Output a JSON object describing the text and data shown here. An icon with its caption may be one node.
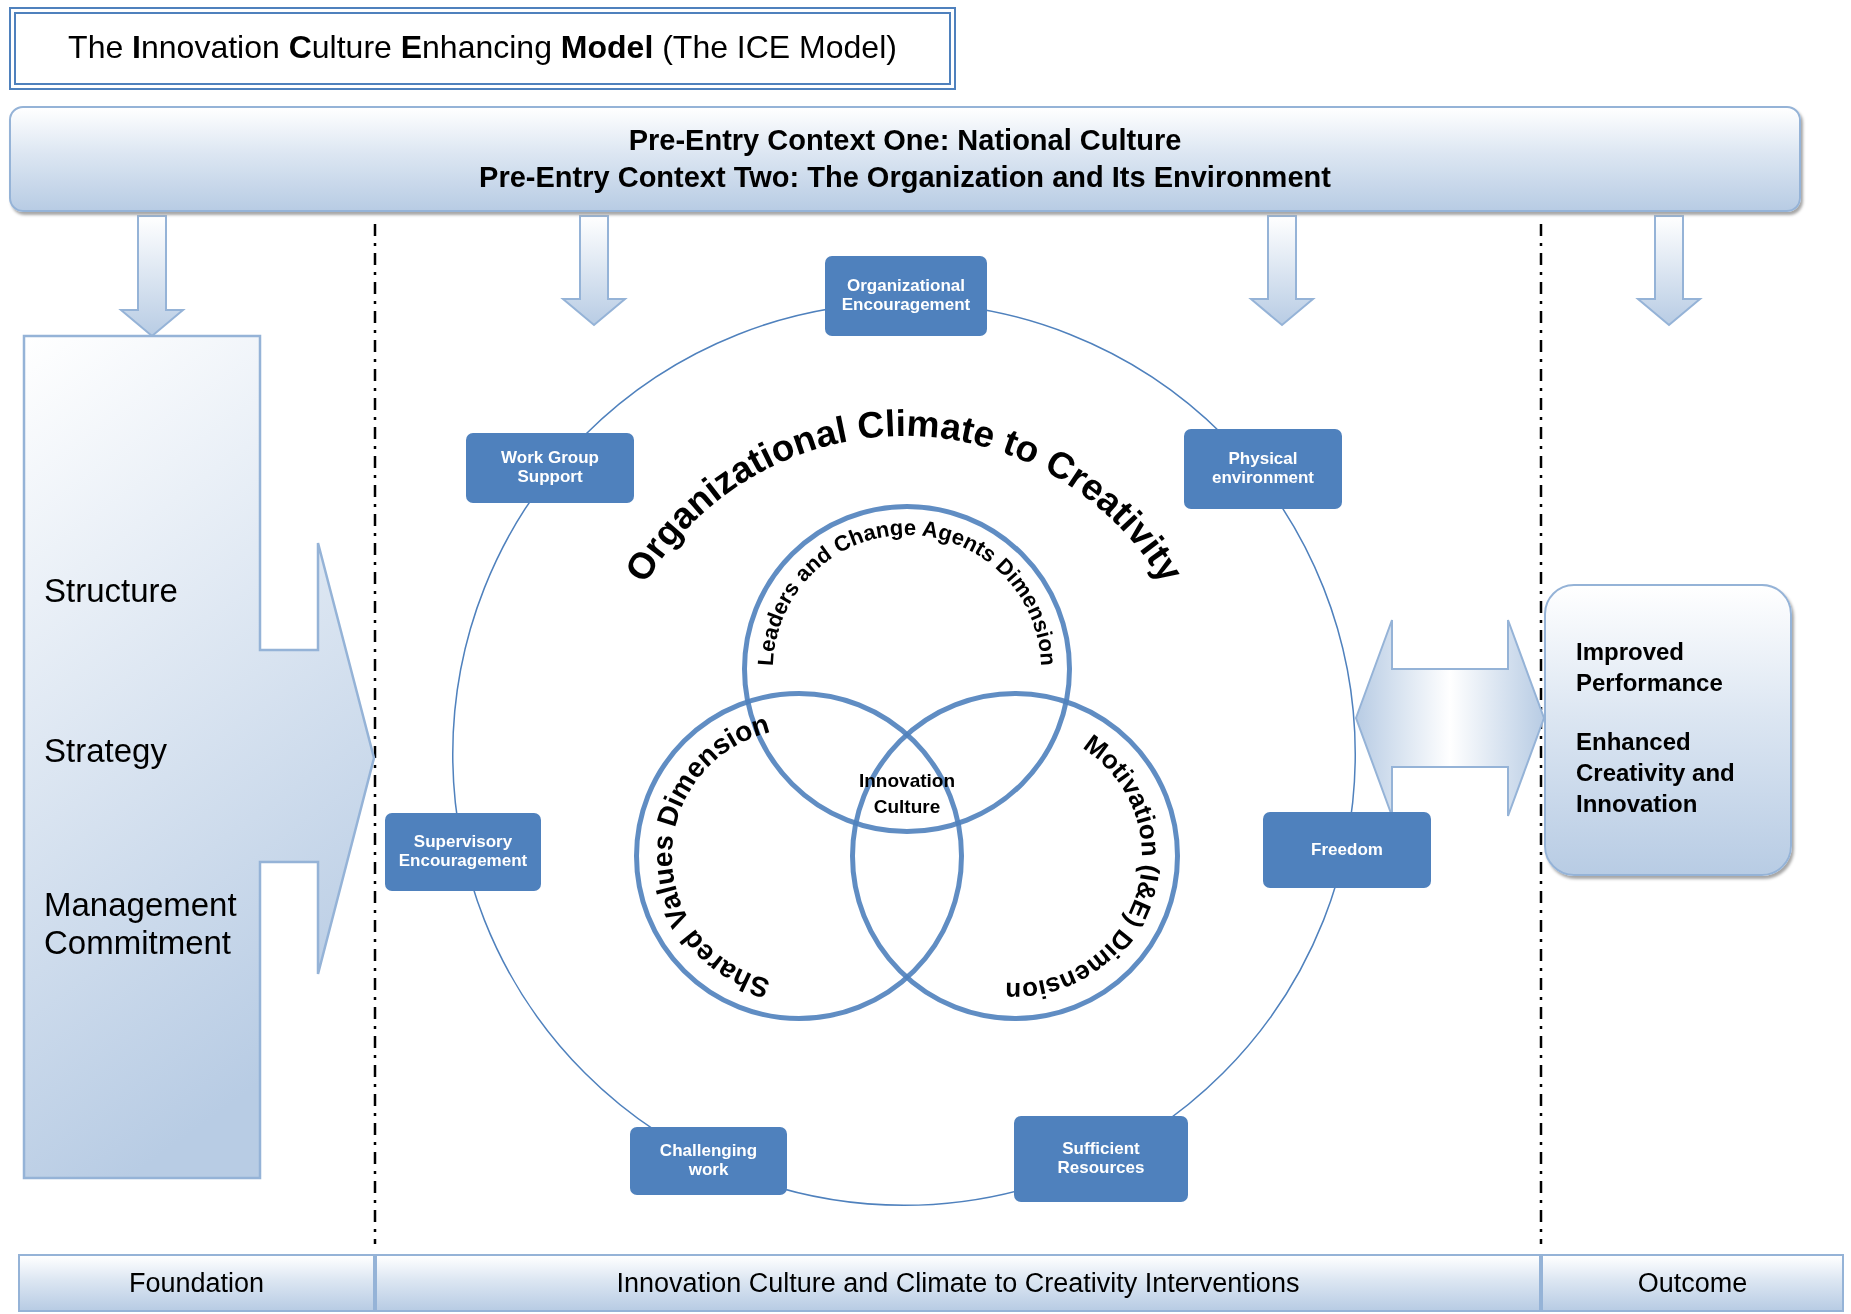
{
  "diagram": {
    "title": "The **I**nnovation **C**ulture **E**nhancing **Model** (The ICE Model)",
    "nodes": [
      {
        "text": [
          "Pre-Entry Context One: National Culture",
          "Pre-Entry Context Two: The Organization and Its Environment"
        ]
      },
      {
        "text": [
          "Structure",
          "Strategy",
          "Management Commitment"
        ]
      },
      {
        "text": [
          "Organizational Climate to Creativity"
        ]
      },
      {
        "text": [
          "Leaders and Change Agents Dimension"
        ],
        "in": 2
      },
      {
        "text": [
          "Shared Values Dimension"
        ],
        "in": 2
      },
      {
        "text": [
          "Motivation (I&E) Dimension"
        ],
        "in": 2
      },
      {
        "text": [
          "Organizational Encouragement"
        ]
      },
      {
        "text": [
          "Work Group Support"
        ]
      },
      {
        "text": [
          "Physical environment"
        ]
      },
      {
        "text": [
          "Supervisory Encouragement"
        ]
      },
      {
        "text": [
          "Freedom"
        ]
      },
      {
        "text": [
          "Challenging work"
        ]
      },
      {
        "text": [
          "Sufficient Resources"
        ]
      },
      {
        "text": [
          "Improved Performance",
          "Enhanced Creativity and Innovation"
        ]
      },
      {
        "text": [
          "Foundation"
        ]
      },
      {
        "text": [
          "Innovation Culture and Climate to Creativity Interventions"
        ]
      },
      {
        "text": [
          "Outcome"
        ]
      }
    ],
    "edges": [
      {
        "from": 0,
        "to": 1,
        "arrow": "to"
      },
      {
        "from": 0,
        "to": null,
        "arrow": "to"
      },
      {
        "from": 0,
        "to": null,
        "arrow": "to"
      },
      {
        "from": 0,
        "to": null,
        "arrow": "to"
      },
      {
        "from": 2,
        "to": 13,
        "arrow": "both"
      }
    ],
    "labels": [
      "Innovation Culture"
    ]
  }
}
